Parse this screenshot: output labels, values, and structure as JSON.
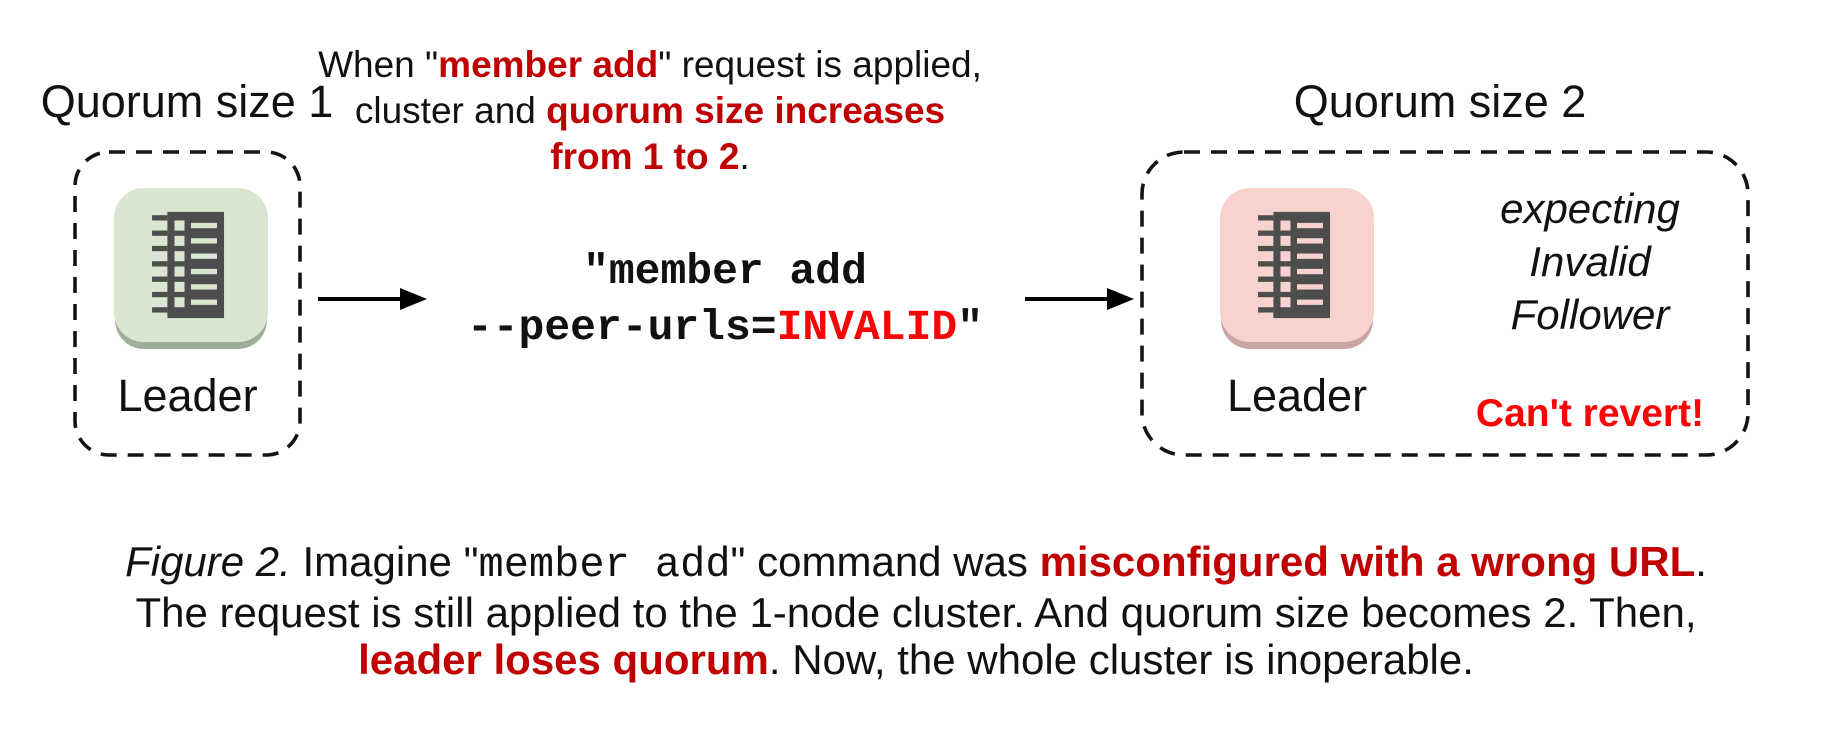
{
  "colors": {
    "red-dark": "#c00000",
    "red-bright": "#f90505",
    "green-bg": "#d9e7d2",
    "green-shadow": "#9fae99",
    "pink-bg": "#f8d2ce",
    "pink-shadow": "#c9a6a4",
    "icon-dark": "#4d4d4d",
    "ink": "#111111"
  },
  "icons": {
    "node": "server-list-icon",
    "arrow": "arrow-right-icon"
  },
  "left_cluster": {
    "title": "Quorum size 1",
    "node_label": "Leader"
  },
  "transition_note": [
    {
      "t": "When \""
    },
    {
      "t": "member add",
      "s": "rb"
    },
    {
      "t": "\" request is applied,\ncluster and "
    },
    {
      "t": "quorum size increases",
      "s": "rb"
    },
    {
      "t": "\n"
    },
    {
      "t": "from 1 to 2",
      "s": "rb"
    },
    {
      "t": "."
    }
  ],
  "command": [
    {
      "t": "\"member add\n--peer-urls="
    },
    {
      "t": "INVALID",
      "s": "red-bright"
    },
    {
      "t": "\""
    }
  ],
  "right_cluster": {
    "title": "Quorum size 2",
    "node_label": "Leader",
    "status_note": "expecting\nInvalid\nFollower",
    "warning": "Can't revert!"
  },
  "caption": [
    {
      "t": "Figure 2.",
      "s": "it"
    },
    {
      "t": " Imagine \""
    },
    {
      "t": "member add",
      "s": "mono"
    },
    {
      "t": "\" command was "
    },
    {
      "t": "misconfigured with a wrong URL",
      "s": "rb"
    },
    {
      "t": ".\nThe request is still applied to the 1-node cluster. And quorum size becomes 2. Then,\n"
    },
    {
      "t": "leader loses quorum",
      "s": "rb"
    },
    {
      "t": ". Now, the whole cluster is inoperable."
    }
  ]
}
